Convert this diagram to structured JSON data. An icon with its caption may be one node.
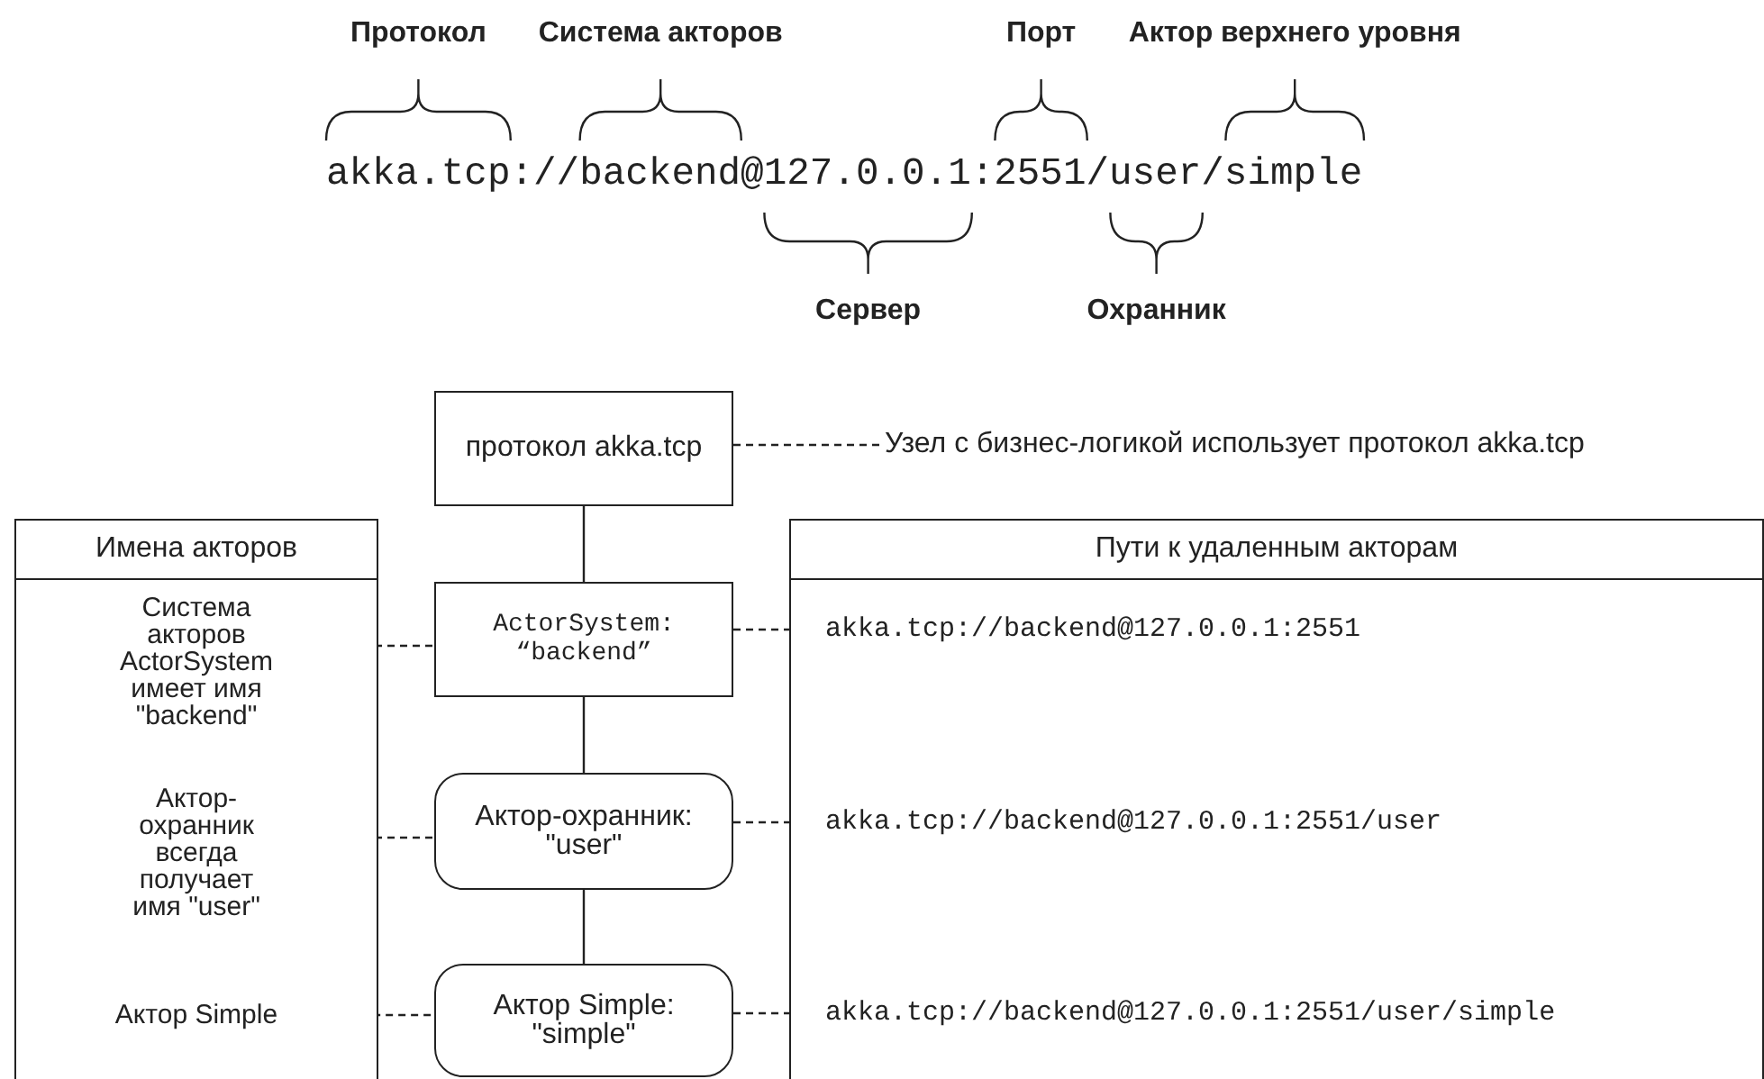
{
  "diagram": {
    "nodes": [
      {
        "text": [
          "протокол akka.tcp"
        ]
      },
      {
        "text": [
          "Узел с бизнес-логикой использует протокол akka.tcp"
        ]
      },
      {
        "text": [
          "Имена акторов"
        ]
      },
      {
        "text": [
          "Система акторов ActorSystem имеет имя \"backend\""
        ],
        "in": 2
      },
      {
        "text": [
          "Актор-охранник всегда получает имя \"user\""
        ],
        "in": 2
      },
      {
        "text": [
          "Актор Simple"
        ],
        "in": 2
      },
      {
        "text": [
          "ActorSystem: “backend”"
        ]
      },
      {
        "text": [
          "Актор-охранник: \"user\""
        ]
      },
      {
        "text": [
          "Актор Simple: \"simple\""
        ]
      },
      {
        "text": [
          "Пути к удаленным акторам"
        ]
      },
      {
        "text": [
          "akka.tcp://backend@127.0.0.1:2551"
        ],
        "in": 9
      },
      {
        "text": [
          "akka.tcp://backend@127.0.0.1:2551/user"
        ],
        "in": 9
      },
      {
        "text": [
          "akka.tcp://backend@127.0.0.1:2551/user/simple"
        ],
        "in": 9
      }
    ],
    "edges": [
      {
        "from": 0,
        "to": 1,
        "arrow": "none",
        "style": "dashed"
      },
      {
        "from": 0,
        "to": 6,
        "arrow": "none"
      },
      {
        "from": 6,
        "to": 7,
        "arrow": "none"
      },
      {
        "from": 7,
        "to": 8,
        "arrow": "none"
      },
      {
        "from": 3,
        "to": 6,
        "arrow": "none",
        "style": "dashed"
      },
      {
        "from": 6,
        "to": 10,
        "arrow": "none",
        "style": "dashed"
      },
      {
        "from": 4,
        "to": 7,
        "arrow": "none",
        "style": "dashed"
      },
      {
        "from": 7,
        "to": 11,
        "arrow": "none",
        "style": "dashed"
      },
      {
        "from": 5,
        "to": 8,
        "arrow": "none",
        "style": "dashed"
      },
      {
        "from": 8,
        "to": 12,
        "arrow": "none",
        "style": "dashed"
      }
    ],
    "labels": [
      "Протокол",
      "Система акторов",
      "Порт",
      "Актор верхнего уровня",
      "akka.tcp://backend@127.0.0.1:2551/user/simple",
      "Сервер",
      "Охранник"
    ]
  }
}
